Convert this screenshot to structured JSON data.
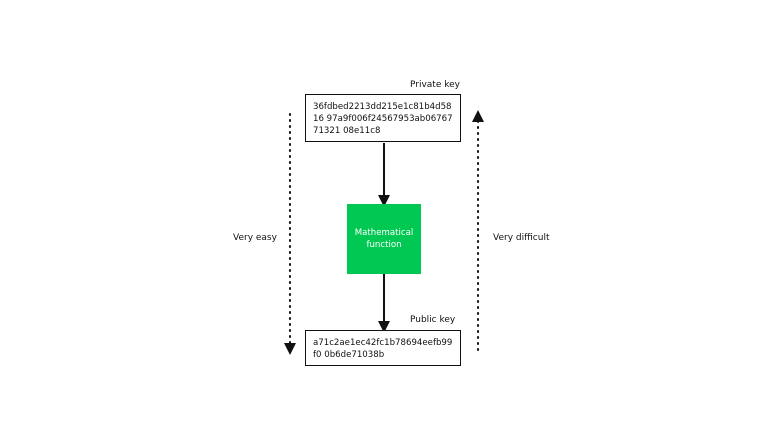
{
  "diagram": {
    "private_key_label": "Private key",
    "private_key_value": "36fdbed2213dd215e1c81b4d5816 97a9f006f24567953ab0676771321 08e11c8",
    "function_label": "Mathematical function",
    "public_key_label": "Public key",
    "public_key_value": "a71c2ae1ec42fc1b78694eefb99f0 0b6de71038b",
    "left_label": "Very easy",
    "right_label": "Very difficult"
  },
  "colors": {
    "function_fill": "#00c853",
    "line": "#111111"
  }
}
